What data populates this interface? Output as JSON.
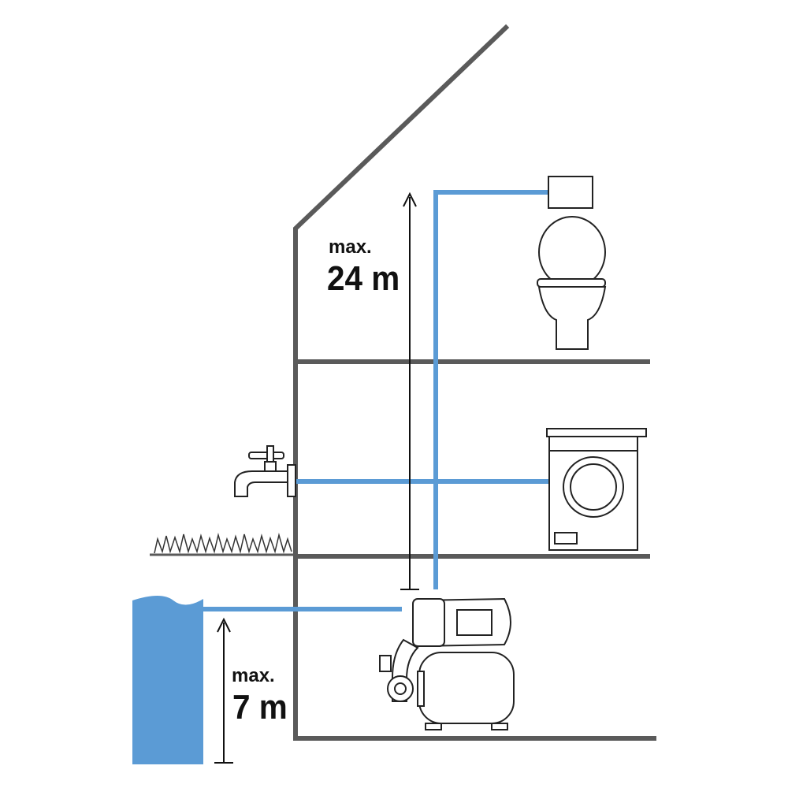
{
  "labels": {
    "upper_height_prefix": "max.",
    "upper_height_value": "24 m",
    "lower_height_prefix": "max.",
    "lower_height_value": "7 m"
  },
  "colors": {
    "pipe": "#5b9bd5",
    "water": "#5b9bd5",
    "wall": "#5a5a5a",
    "outline": "#222222"
  }
}
